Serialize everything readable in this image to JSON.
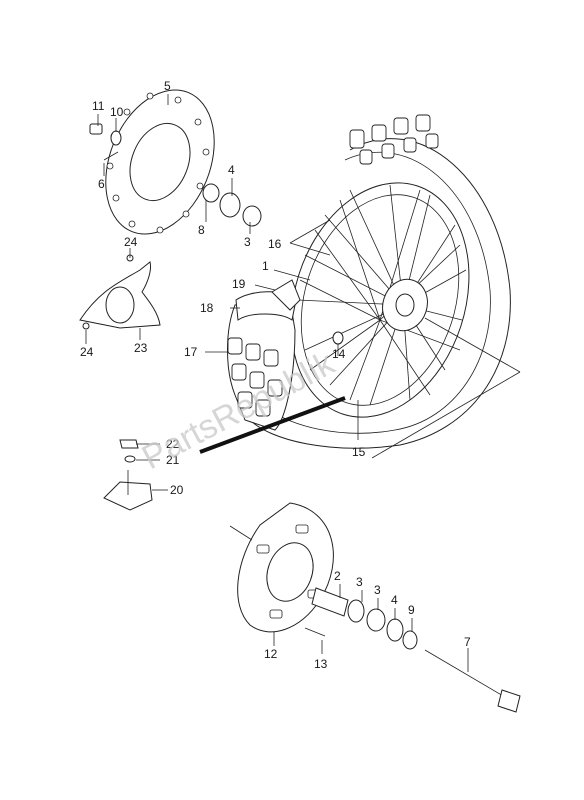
{
  "watermark": "PartsRepublik",
  "callouts": {
    "c1": "1",
    "c2": "2",
    "c3a": "3",
    "c3b": "3",
    "c3c": "3",
    "c4a": "4",
    "c4b": "4",
    "c5": "5",
    "c6": "6",
    "c7": "7",
    "c8": "8",
    "c9": "9",
    "c10": "10",
    "c11": "11",
    "c12": "12",
    "c13": "13",
    "c14": "14",
    "c15": "15",
    "c16": "16",
    "c17": "17",
    "c18": "18",
    "c19": "19",
    "c20": "20",
    "c21": "21",
    "c22": "22",
    "c23": "23",
    "c24a": "24",
    "c24b": "24"
  }
}
